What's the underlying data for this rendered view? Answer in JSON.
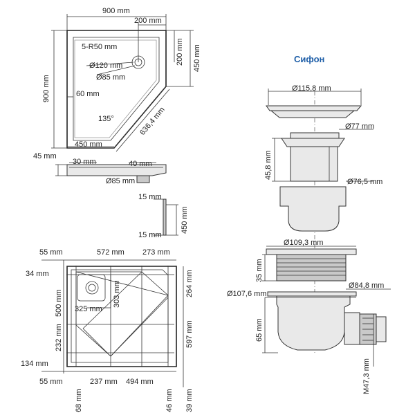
{
  "tray_top": {
    "width_total": "900 mm",
    "drain_offset_x": "200 mm",
    "corner_radius": "5-R50 mm",
    "drain_outer": "Ø120 mm",
    "drain_inner": "Ø85 mm",
    "drain_offset_y": "200 mm",
    "straight_side": "450 mm",
    "height_total": "900 mm",
    "rim_width": "60 mm",
    "angle": "135°",
    "bottom_side": "450 mm",
    "diagonal": "636,4 mm"
  },
  "tray_side": {
    "thickness": "45 mm",
    "rim_step": "30 mm",
    "rim_step2": "40 mm",
    "drain": "Ø85 mm"
  },
  "tray_section": {
    "top_rim": "15 mm",
    "bottom_rim": "15 mm",
    "height": "450 mm"
  },
  "frame": {
    "top_left": "55 mm",
    "top_mid": "572 mm",
    "top_right": "273 mm",
    "left_top": "34 mm",
    "left_500": "500 mm",
    "left_232": "232 mm",
    "left_134": "134 mm",
    "right_264": "264 mm",
    "right_597": "597 mm",
    "bottom_55": "55 mm",
    "bottom_237": "237 mm",
    "bottom_494": "494 mm",
    "bottom_68": "68 mm",
    "bottom_46": "46 mm",
    "bottom_39": "39 mm",
    "inner_325": "325 mm",
    "inner_303": "303 mm"
  },
  "siphon": {
    "title": "Сифон",
    "cap": "Ø115,8 mm",
    "grate": "Ø77 mm",
    "body_height": "45,8 mm",
    "trap": "Ø76,5 mm",
    "thread_ring": "Ø109,3 mm",
    "thread_height": "35 mm",
    "flange_outer": "Ø107,6 mm",
    "flange_inner": "Ø84,8 mm",
    "base_height": "65 mm",
    "outlet": "M47,3 mm"
  }
}
